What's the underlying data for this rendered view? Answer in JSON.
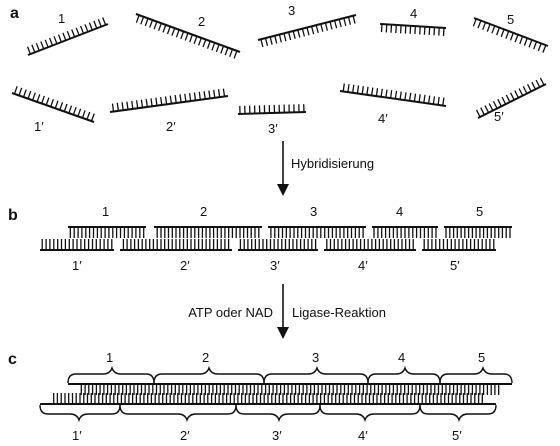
{
  "panels": {
    "a": "a",
    "b": "b",
    "c": "c"
  },
  "strand_labels_top": [
    "1",
    "2",
    "3",
    "4",
    "5"
  ],
  "strand_labels_bottom": [
    "1′",
    "2′",
    "3′",
    "4′",
    "5′"
  ],
  "step1_label": "Hybridisierung",
  "step2_left_label": "ATP oder NAD",
  "step2_right_label": "Ligase-Reaktion",
  "colors": {
    "ink": "#111111",
    "background": "#ffffff"
  }
}
